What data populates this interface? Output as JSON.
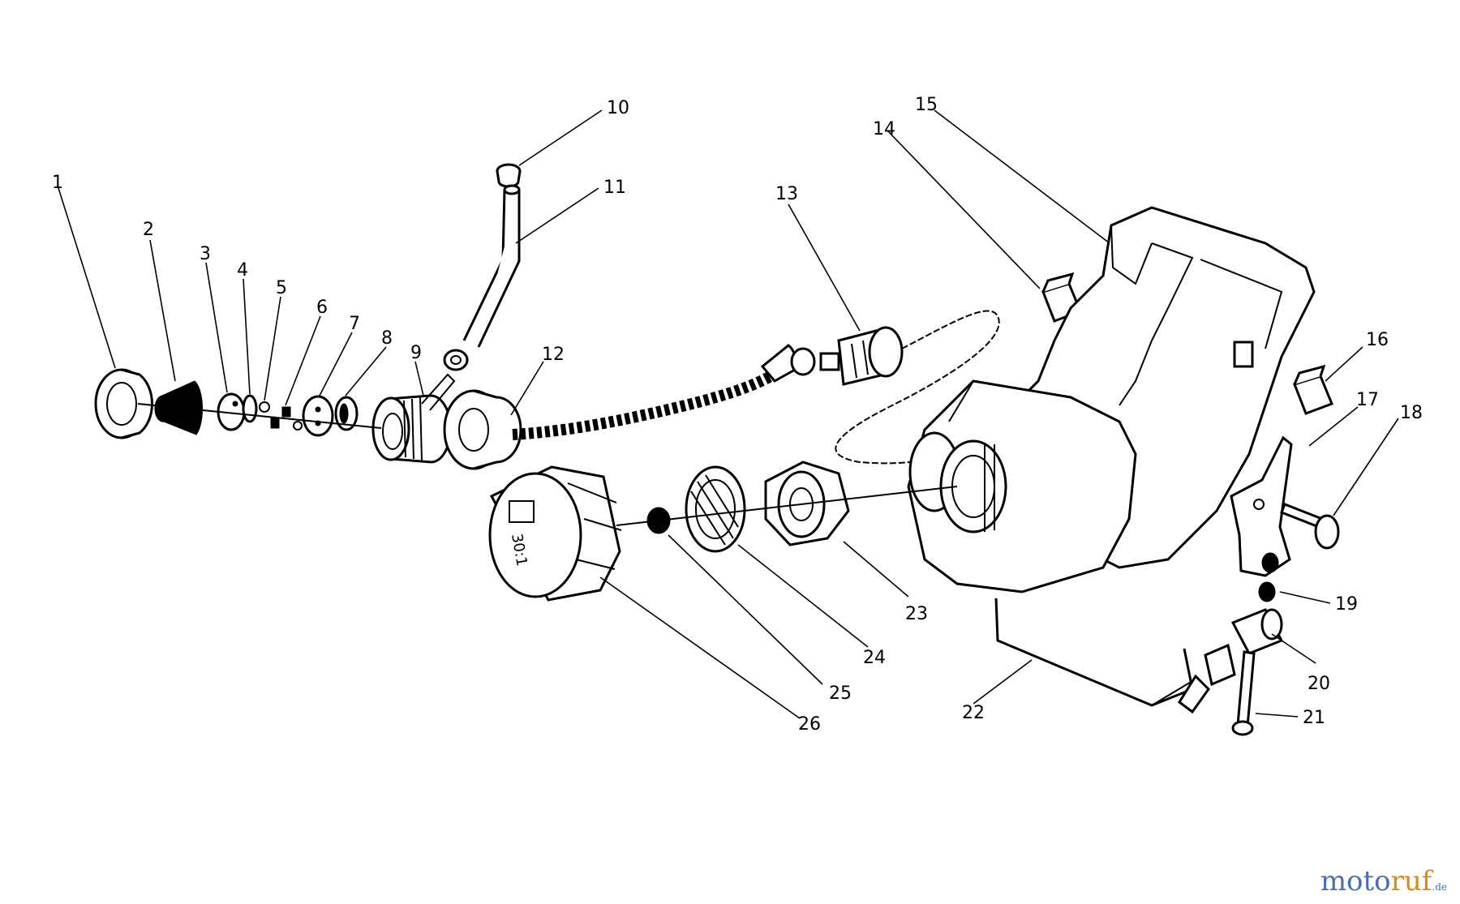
{
  "labels": {
    "p1": "1",
    "p2": "2",
    "p3": "3",
    "p4": "4",
    "p5": "5",
    "p6": "6",
    "p7": "7",
    "p8": "8",
    "p9": "9",
    "p10": "10",
    "p11": "11",
    "p12": "12",
    "p13": "13",
    "p14": "14",
    "p15": "15",
    "p16": "16",
    "p17": "17",
    "p18": "18",
    "p19": "19",
    "p20": "20",
    "p21": "21",
    "p22": "22",
    "p23": "23",
    "p24": "24",
    "p25": "25",
    "p26": "26"
  },
  "cap_text": "30:1",
  "watermark": {
    "a": "moto",
    "b": "ruf",
    "c": ".de"
  }
}
